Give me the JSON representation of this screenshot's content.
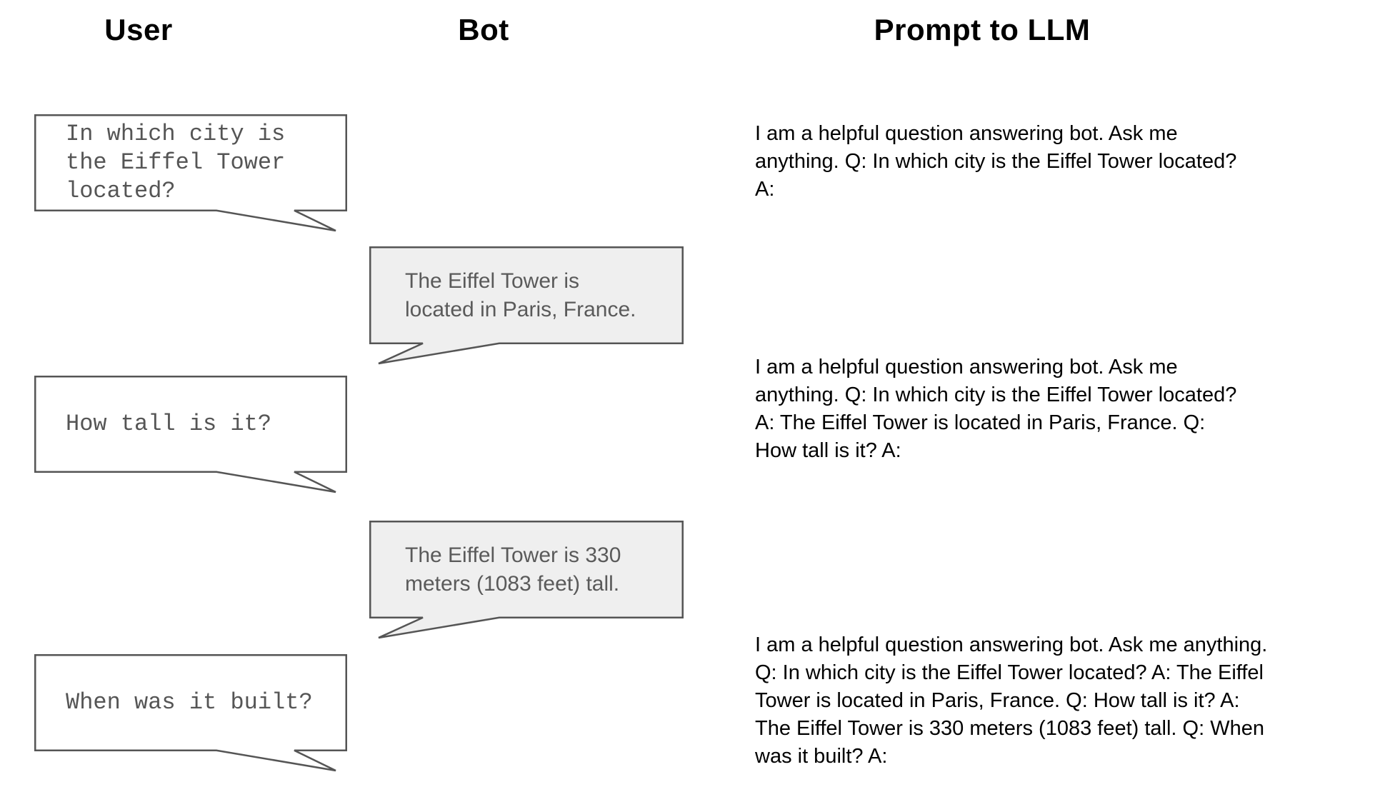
{
  "headers": {
    "user": "User",
    "bot": "Bot",
    "prompt": "Prompt to LLM"
  },
  "colors": {
    "background": "#ffffff",
    "border": "#555555",
    "user_bubble_fill": "#ffffff",
    "bot_bubble_fill": "#efefef",
    "user_text": "#555555",
    "bot_text": "#5a5a5a",
    "prompt_text": "#000000",
    "header_text": "#000000"
  },
  "messages": {
    "user": [
      {
        "text": "In which city is\nthe Eiffel Tower\nlocated?"
      },
      {
        "text": "How tall is it?"
      },
      {
        "text": "When was it built?"
      }
    ],
    "bot": [
      {
        "text": "The Eiffel Tower is\nlocated in Paris, France."
      },
      {
        "text": "The Eiffel Tower is 330\nmeters (1083 feet) tall."
      }
    ],
    "prompts": [
      {
        "text": "I am a helpful question answering bot. Ask me\nanything. Q: In which city is the Eiffel Tower located?\nA:"
      },
      {
        "text": "I am a helpful question answering bot. Ask me\nanything. Q: In which city is the Eiffel Tower located?\nA: The Eiffel Tower is located in Paris, France. Q:\nHow tall is it? A:"
      },
      {
        "text": "I am a helpful question answering bot. Ask me anything.\nQ: In which city is the Eiffel Tower located? A: The Eiffel\nTower is located in Paris, France. Q: How tall is it? A:\nThe Eiffel Tower is 330 meters (1083 feet) tall. Q: When\nwas it built? A:"
      }
    ]
  }
}
